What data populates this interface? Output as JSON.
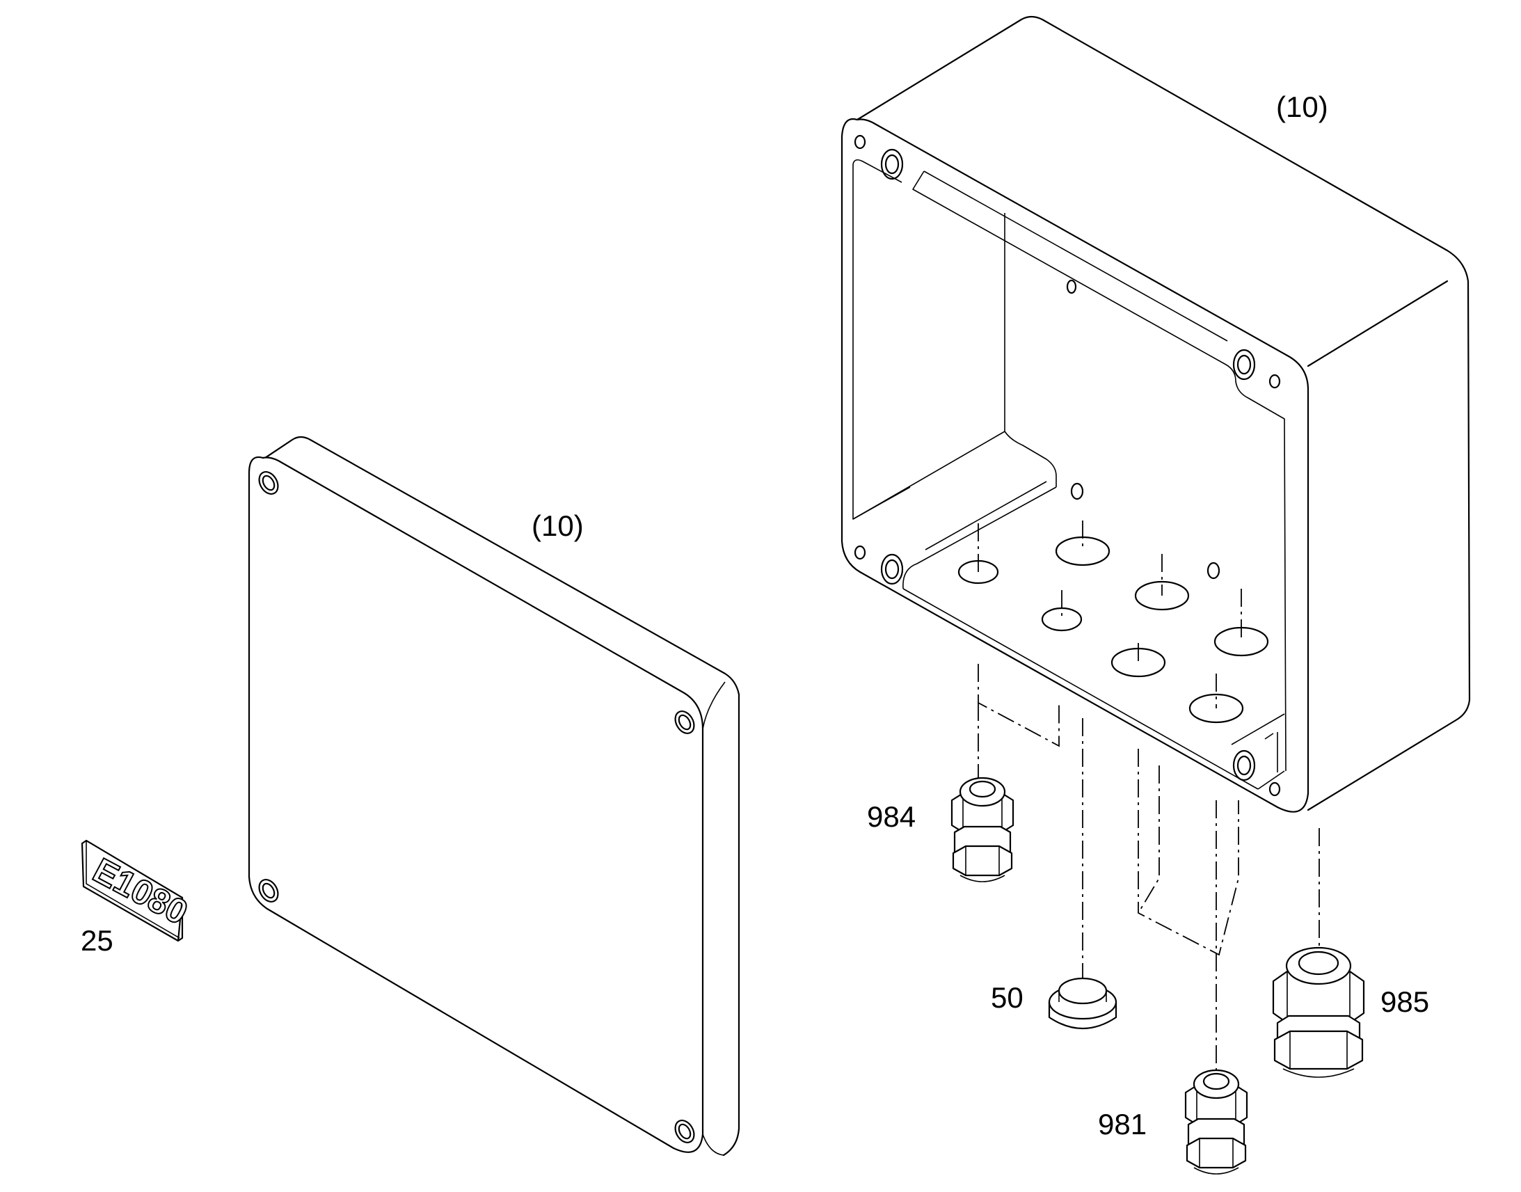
{
  "labels": {
    "box_body": "(10)",
    "box_lid": "(10)",
    "label_plate": "25",
    "gland_981": "981",
    "gland_984": "984",
    "gland_985": "985",
    "blanking_plug": "50"
  },
  "plate_text": "E1080"
}
